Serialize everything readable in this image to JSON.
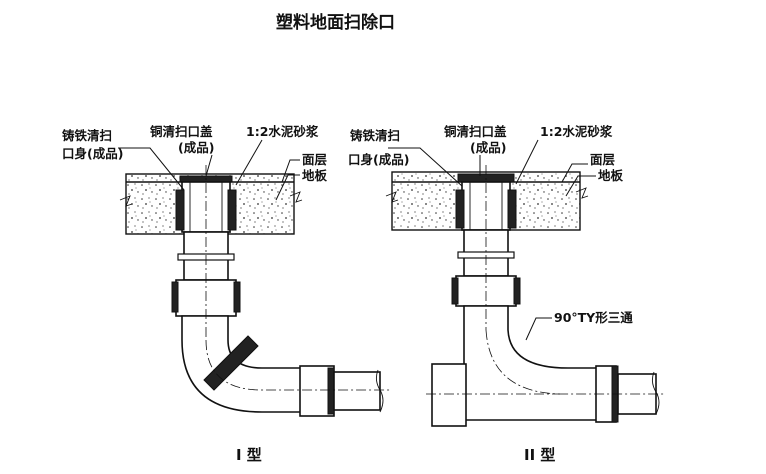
{
  "title": "塑料地面扫除口",
  "type1": {
    "caption": "I 型",
    "labels": {
      "cast_iron_body": "铸铁清扫",
      "cast_iron_body_2": "口身(成品)",
      "copper_cover": "铜清扫口盖",
      "copper_cover_2": "(成品)",
      "mortar": "1:2水泥砂浆",
      "surface": "面层",
      "floor": "地板"
    }
  },
  "type2": {
    "caption": "II 型",
    "labels": {
      "cast_iron_body": "铸铁清扫",
      "cast_iron_body_2": "口身(成品)",
      "copper_cover": "铜清扫口盖",
      "copper_cover_2": "(成品)",
      "mortar": "1:2水泥砂浆",
      "surface": "面层",
      "floor": "地板",
      "tee": "90°TY形三通"
    }
  }
}
